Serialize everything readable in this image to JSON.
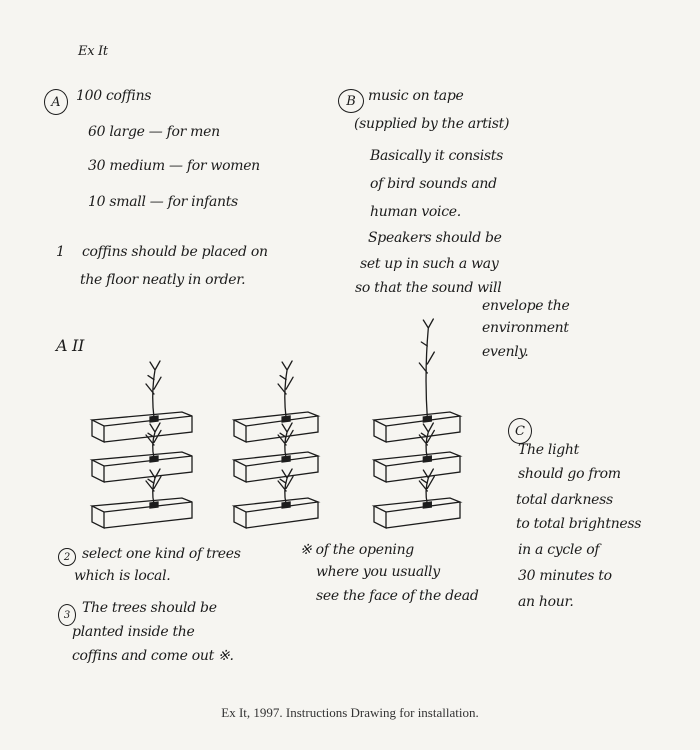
{
  "title": "Ex It",
  "section_a": {
    "marker": "A",
    "lines": [
      "100 coffins",
      "60 large — for men",
      "30 medium — for women",
      "10 small — for infants"
    ],
    "note_marker": "1",
    "note": [
      "coffins should be placed on",
      "the floor neatly in order."
    ]
  },
  "section_b": {
    "marker": "B",
    "lines": [
      "music on tape",
      "(supplied by the artist)",
      "Basically it consists",
      "of bird sounds and",
      "human voice.",
      "Speakers should be",
      "set up in such a way",
      "so that the sound will",
      "envelope the",
      "environment",
      "evenly."
    ]
  },
  "section_a2": {
    "label": "A II"
  },
  "section_c": {
    "marker": "C",
    "lines": [
      "The light",
      "should go from",
      "total darkness",
      "to total brightness",
      "in a cycle of",
      "30 minutes to",
      "an hour."
    ]
  },
  "notes": {
    "n2_marker": "2",
    "n2": [
      "select one kind of trees",
      "which is local."
    ],
    "n3_marker": "3",
    "n3": [
      "The trees should be",
      "planted inside the",
      "coffins and come out ※."
    ],
    "star": [
      "※ of the opening",
      "where you usually",
      "see the face of the dead"
    ]
  },
  "caption": "Ex It, 1997. Instructions Drawing for installation."
}
